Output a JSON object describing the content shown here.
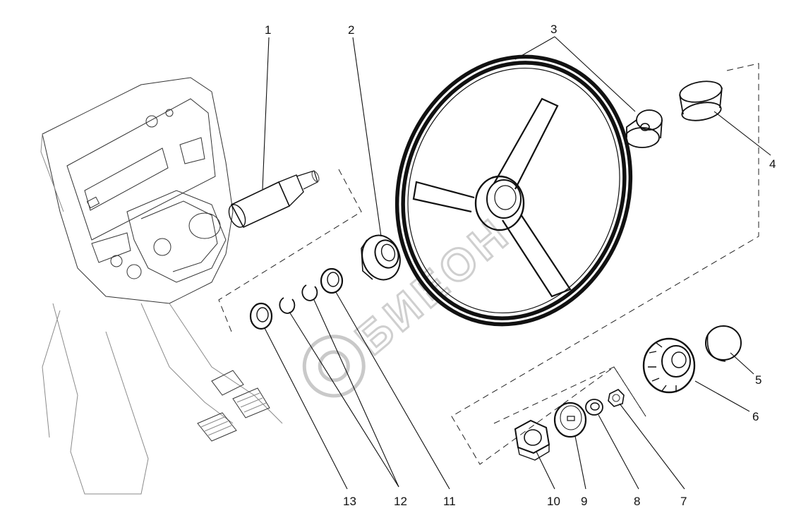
{
  "callouts": [
    {
      "id": "1",
      "label": "1"
    },
    {
      "id": "2",
      "label": "2"
    },
    {
      "id": "3",
      "label": "3"
    },
    {
      "id": "4",
      "label": "4"
    },
    {
      "id": "5",
      "label": "5"
    },
    {
      "id": "6",
      "label": "6"
    },
    {
      "id": "7",
      "label": "7"
    },
    {
      "id": "8",
      "label": "8"
    },
    {
      "id": "9",
      "label": "9"
    },
    {
      "id": "10",
      "label": "10"
    },
    {
      "id": "11",
      "label": "11"
    },
    {
      "id": "12",
      "label": "12"
    },
    {
      "id": "13",
      "label": "13"
    }
  ],
  "colors": {
    "ink": "#111111",
    "background": "#ffffff",
    "watermark": "#c9c9c9"
  }
}
